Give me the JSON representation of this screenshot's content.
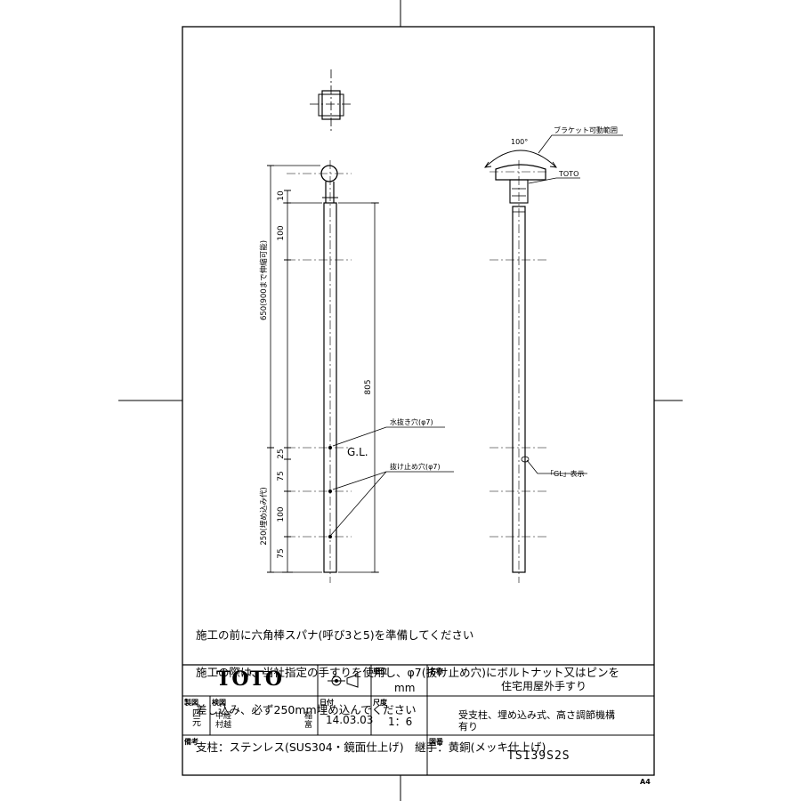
{
  "drawing": {
    "dims_left": [
      "10",
      "100",
      "650(900まで伸縮可能)",
      "25",
      "75",
      "100",
      "250(埋め込み代)",
      "75"
    ],
    "dim_805": "805",
    "gl_label": "G.L.",
    "angle_label": "100°",
    "callouts": {
      "bracket_range": "ブラケット可動範囲",
      "maker": "TOTO",
      "drain_hole": "水抜き穴(φ7)",
      "stop_hole": "抜け止め穴(φ7)",
      "gl_mark": "「GL」表示"
    }
  },
  "notes": [
    "施工の前に六角棒スパナ(呼び3と5)を準備してください",
    "施工の際は、当社指定の手すりを使用し、φ7(抜け止め穴)にボルトナット又はピンを",
    "差し込み、必ず250mm埋め込んでください",
    "支柱：ステンレス(SUS304・鏡面仕上げ)　継手：黄銅(メッキ仕上げ)"
  ],
  "title_block": {
    "logo": "TOTO",
    "unit_label": "単位",
    "unit_value": "mm",
    "name_label": "名称",
    "name_value": "住宅用屋外手すり",
    "drafted_label": "製図",
    "drafted_value": "四元",
    "checked_label": "検図",
    "checked_value_1": "中経",
    "checked_value_2": "村越",
    "approved_value_1": "稲",
    "approved_value_2": "富",
    "date_label": "日付",
    "date_value": "14.03.03",
    "scale_label": "尺度",
    "scale_value": "1：6",
    "desc_line1": "受支柱、埋め込み式、高さ調節機構",
    "desc_line2": "有り",
    "remarks_label": "備考",
    "drawing_no_label": "図番",
    "drawing_no_value": "TS139S2S"
  },
  "sheet_size": "A4"
}
